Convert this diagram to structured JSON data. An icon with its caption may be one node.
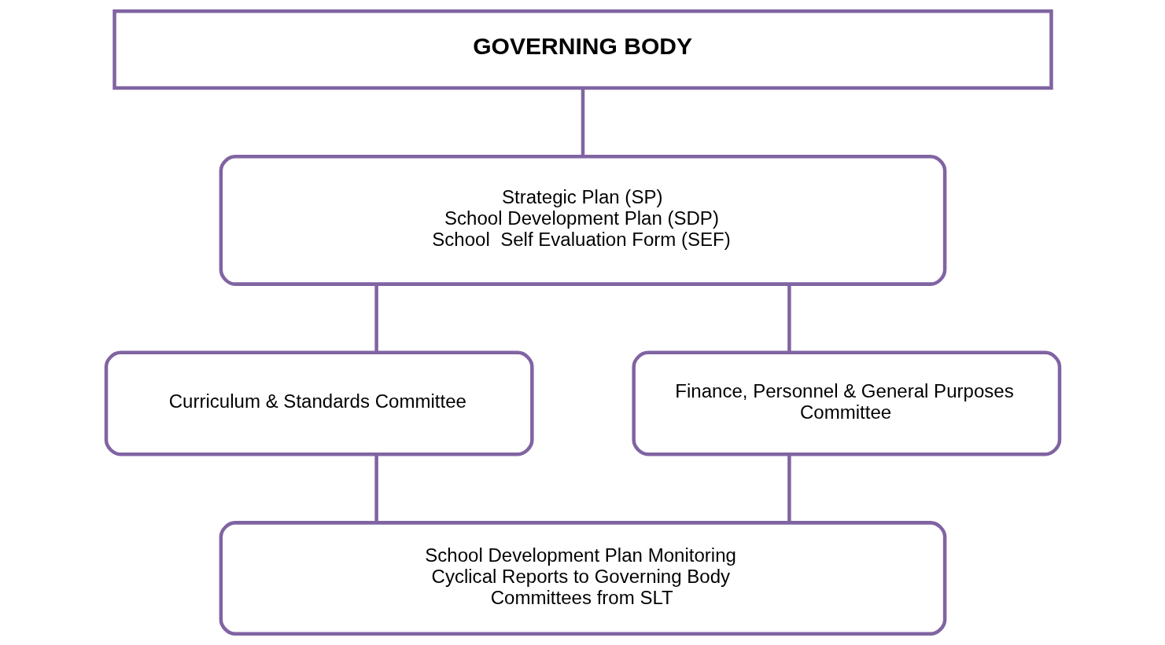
{
  "diagram": {
    "nodes": [
      {
        "text": [
          "GOVERNING BODY"
        ]
      },
      {
        "text": [
          "Strategic Plan (SP)",
          "School Development Plan (SDP)",
          "School  Self Evaluation Form (SEF)"
        ]
      },
      {
        "text": [
          "Curriculum & Standards Committee"
        ]
      },
      {
        "text": [
          "Finance, Personnel & General Purposes Committee"
        ]
      },
      {
        "text": [
          "School Development Plan Monitoring",
          "Cyclical Reports to Governing Body Committees from SLT"
        ]
      }
    ],
    "edges": [
      {
        "from": 0,
        "to": 1,
        "arrow": "none"
      },
      {
        "from": 1,
        "to": 2,
        "arrow": "none"
      },
      {
        "from": 1,
        "to": 3,
        "arrow": "none"
      },
      {
        "from": 2,
        "to": 4,
        "arrow": "none"
      },
      {
        "from": 3,
        "to": 4,
        "arrow": "none"
      }
    ]
  }
}
